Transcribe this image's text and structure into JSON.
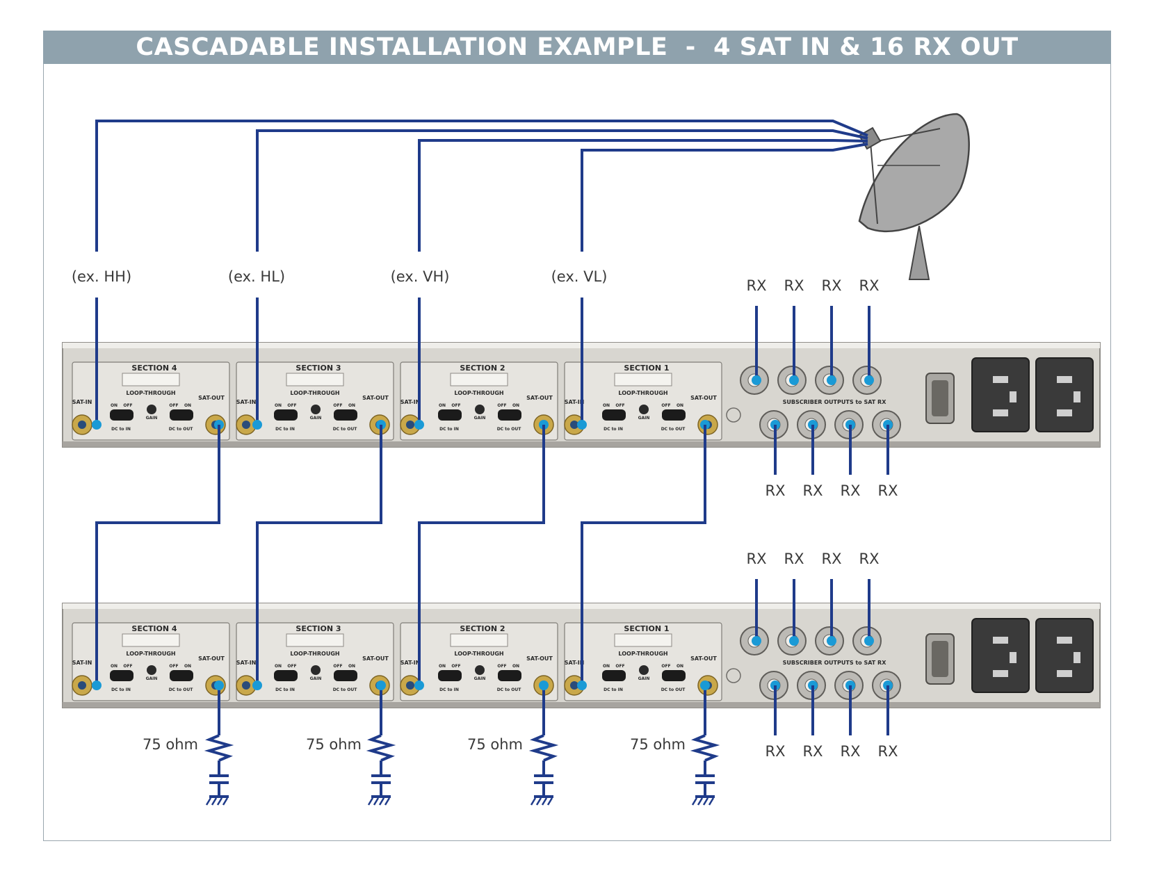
{
  "title": "CASCADABLE INSTALLATION EXAMPLE  -  4 SAT IN & 16 RX OUT",
  "colors": {
    "cable": "#1f3b8a",
    "connector": "#1a9ad6",
    "header": "#8fa2ad",
    "chassis": "#c9c7c2"
  },
  "inputs": [
    "(ex. HH)",
    "(ex. HL)",
    "(ex. VH)",
    "(ex. VL)"
  ],
  "rx_label": "RX",
  "termination_label": "75 ohm",
  "panel": {
    "sections": [
      "SECTION 4",
      "SECTION 3",
      "SECTION 2",
      "SECTION 1"
    ],
    "loop_through": "LOOP-THROUGH",
    "sat_in": "SAT-IN",
    "sat_out": "SAT-OUT",
    "on": "ON",
    "off": "OFF",
    "gain": "GAIN",
    "dc_in": "DC to IN",
    "dc_out": "DC to OUT",
    "subscriber_outputs": "SUBSCRIBER OUTPUTS to SAT RX"
  },
  "icons": [
    "satellite-dish-icon",
    "resistor-icon",
    "capacitor-icon",
    "ground-icon",
    "power-inlet-icon",
    "serial-port-icon"
  ]
}
